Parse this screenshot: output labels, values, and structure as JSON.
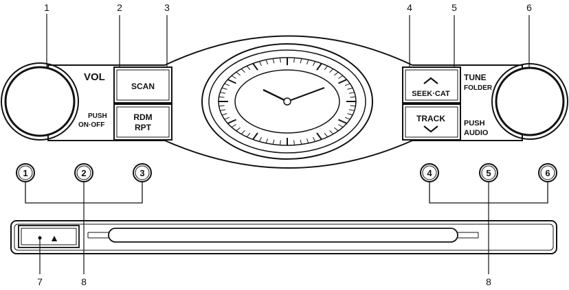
{
  "callouts": {
    "n1": "1",
    "n2": "2",
    "n3": "3",
    "n4": "4",
    "n5": "5",
    "n6": "6",
    "n7": "7",
    "n8_left": "8",
    "n8_right": "8"
  },
  "left_knob": {
    "label": "VOL",
    "push_line1": "PUSH",
    "push_line2": "ON·OFF"
  },
  "right_knob": {
    "label_line1": "TUNE",
    "label_line2": "FOLDER",
    "push_line1": "PUSH",
    "push_line2": "AUDIO"
  },
  "buttons": {
    "scan": "SCAN",
    "rdm_line1": "RDM",
    "rdm_line2": "RPT",
    "seek_cat": "SEEK·CAT",
    "track": "TRACK"
  },
  "presets": [
    "1",
    "2",
    "3",
    "4",
    "5",
    "6"
  ],
  "eject": {
    "glyph": "▲"
  }
}
